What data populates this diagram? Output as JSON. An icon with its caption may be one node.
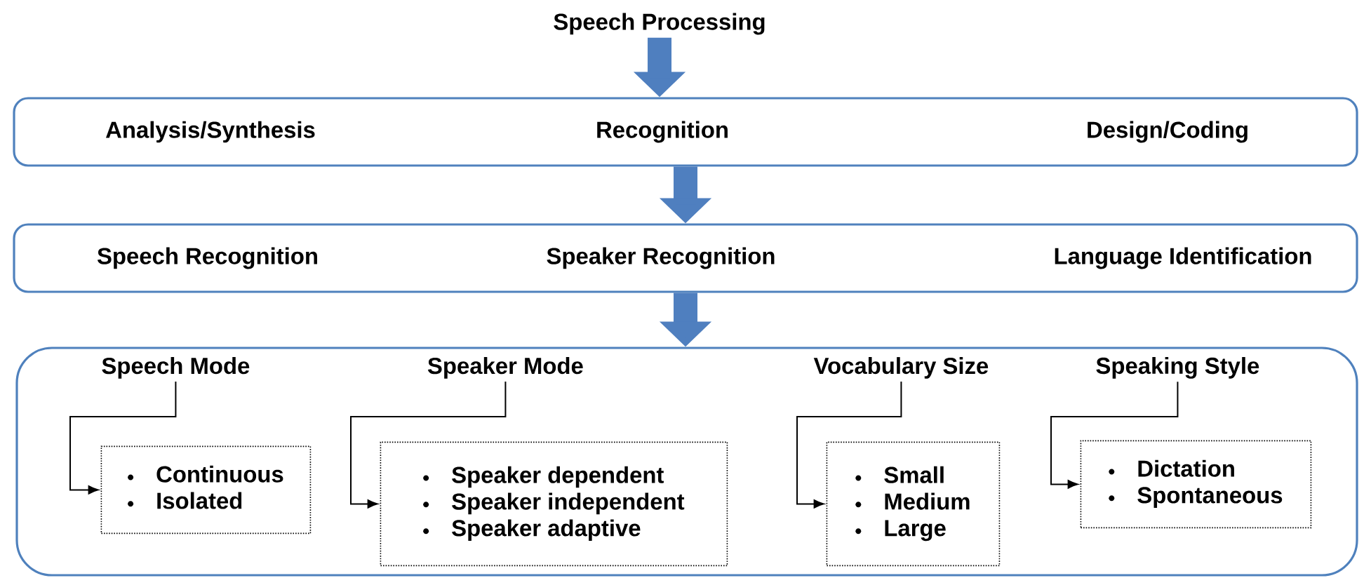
{
  "diagram": {
    "nodes": [
      {
        "text": [
          "Speech Processing"
        ]
      },
      {
        "text": [
          "Analysis/Synthesis",
          "Recognition",
          "Design/Coding"
        ]
      },
      {
        "text": [
          "Speech Recognition",
          "Speaker Recognition",
          "Language Identification"
        ]
      },
      {
        "text": [],
        "shape": "box"
      },
      {
        "text": [
          "Speech Mode"
        ],
        "in": 3
      },
      {
        "text": [
          "Continuous",
          "Isolated"
        ],
        "in": 3
      },
      {
        "text": [
          "Speaker Mode"
        ],
        "in": 3
      },
      {
        "text": [
          "Speaker dependent",
          "Speaker independent",
          "Speaker adaptive"
        ],
        "in": 3
      },
      {
        "text": [
          "Vocabulary Size"
        ],
        "in": 3
      },
      {
        "text": [
          "Small",
          "Medium",
          "Large"
        ],
        "in": 3
      },
      {
        "text": [
          "Speaking Style"
        ],
        "in": 3
      },
      {
        "text": [
          "Dictation",
          "Spontaneous"
        ],
        "in": 3
      }
    ],
    "edges": [
      {
        "from": 0,
        "to": 1,
        "arrow": "to",
        "style": "thick",
        "color": "#4f7fbf"
      },
      {
        "from": 1,
        "to": 2,
        "arrow": "to",
        "style": "thick",
        "color": "#4f7fbf"
      },
      {
        "from": 2,
        "to": 3,
        "arrow": "to",
        "style": "thick",
        "color": "#4f7fbf"
      },
      {
        "from": 4,
        "to": 5,
        "arrow": "to"
      },
      {
        "from": 6,
        "to": 7,
        "arrow": "to"
      },
      {
        "from": 8,
        "to": 9,
        "arrow": "to"
      },
      {
        "from": 10,
        "to": 11,
        "arrow": "to"
      }
    ]
  }
}
